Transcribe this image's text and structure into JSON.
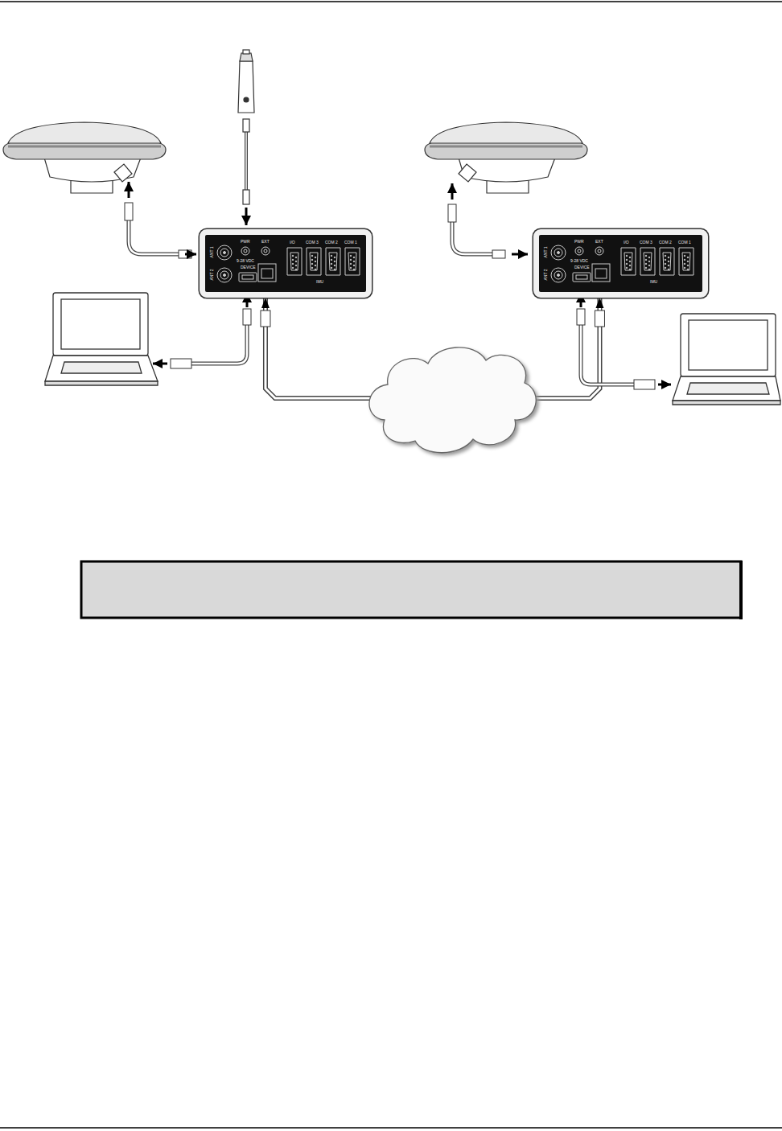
{
  "diagram": {
    "nodes": [
      {
        "text": [
          "ANT 1",
          "ANT 2",
          "PWR",
          "9-28 VDC",
          "DEVICE",
          "EXT",
          "I/O",
          "COM 3",
          "COM 2",
          "COM 1",
          "IMU"
        ]
      },
      {
        "text": [
          "ANT 1",
          "ANT 2",
          "PWR",
          "9-28 VDC",
          "DEVICE",
          "EXT",
          "I/O",
          "COM 3",
          "COM 2",
          "COM 1",
          "IMU"
        ]
      }
    ],
    "edges": [
      {
        "from": 0,
        "to": 1,
        "arrow": "both"
      }
    ]
  }
}
